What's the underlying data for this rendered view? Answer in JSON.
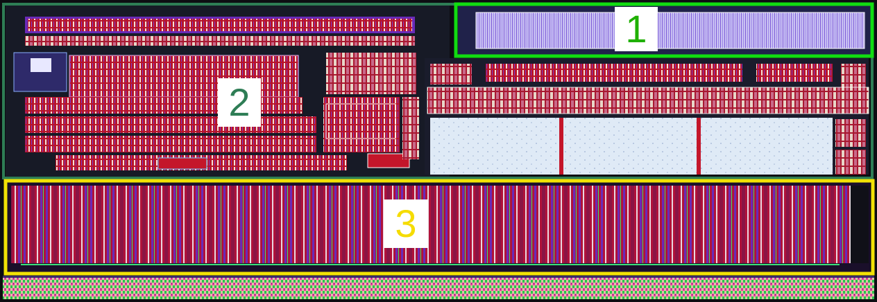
{
  "regions": [
    {
      "label": "1",
      "color": "#11dd11"
    },
    {
      "label": "2",
      "color": "#2e7d55"
    },
    {
      "label": "3",
      "color": "#f2e205"
    }
  ],
  "colors": {
    "background": "#101010",
    "metal_red": "#c4162a",
    "metal_purple": "#6a2ab8",
    "metal_blue": "#2f3fd0",
    "fill_light": "#dce8f4",
    "strap": "#e6d3b0"
  }
}
